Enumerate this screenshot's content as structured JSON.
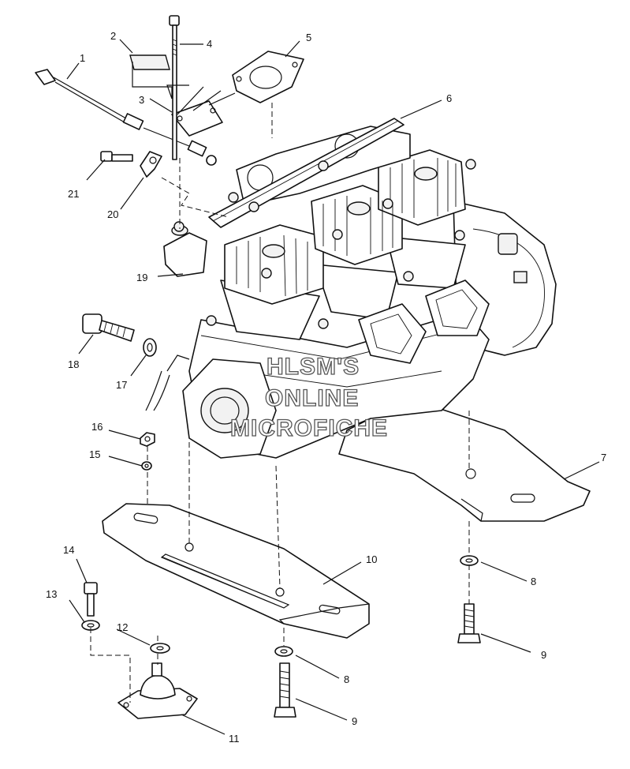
{
  "callouts": [
    "1",
    "2",
    "3",
    "4",
    "5",
    "6",
    "7",
    "8",
    "8",
    "9",
    "9",
    "10",
    "11",
    "12",
    "13",
    "14",
    "15",
    "16",
    "17",
    "18",
    "19",
    "20",
    "21"
  ],
  "watermark": [
    "HLSM'S",
    "ONLINE",
    "MICROFICHE"
  ]
}
